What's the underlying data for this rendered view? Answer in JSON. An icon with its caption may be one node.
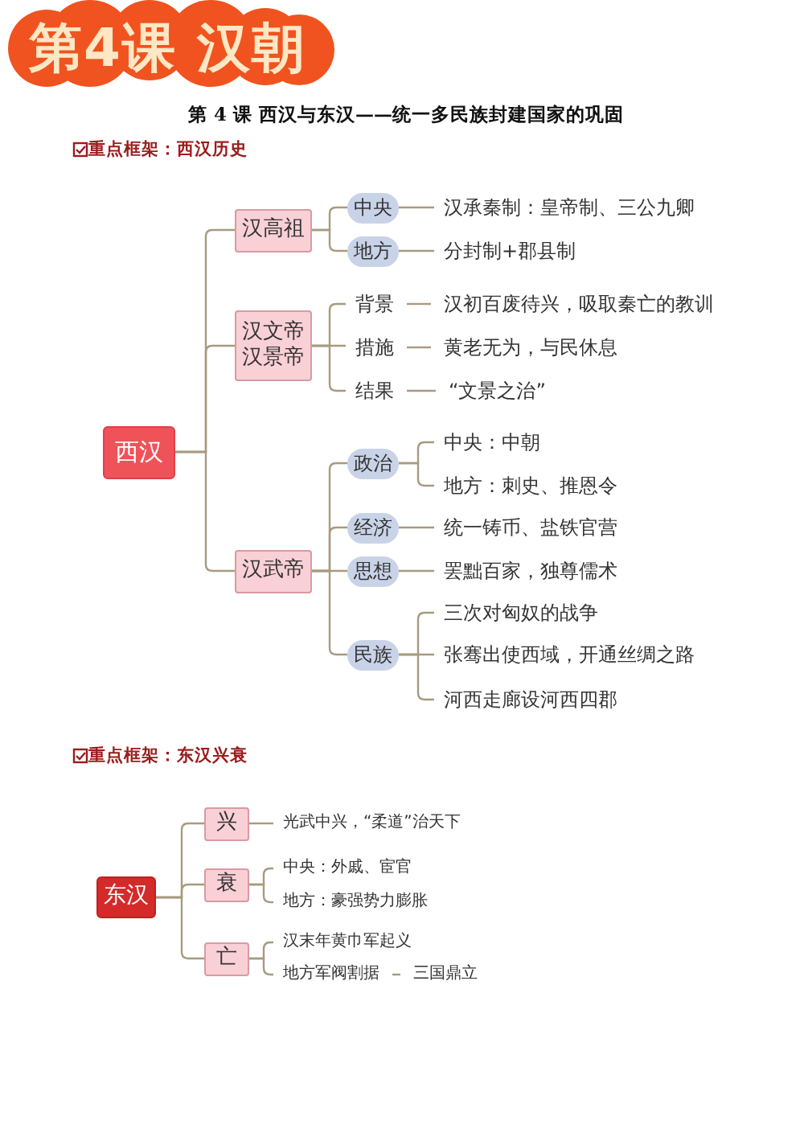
{
  "diagram": {
    "title": "第4课 汉朝",
    "nodes": [
      {
        "text": [
          "西汉"
        ]
      },
      {
        "text": [
          "汉高祖"
        ]
      },
      {
        "text": [
          "中央"
        ]
      },
      {
        "text": [
          "汉承秦制：皇帝制、三公九卿"
        ]
      },
      {
        "text": [
          "地方"
        ]
      },
      {
        "text": [
          "分封制+郡县制"
        ]
      },
      {
        "text": [
          "汉文帝汉景帝"
        ]
      },
      {
        "text": [
          "背景"
        ]
      },
      {
        "text": [
          "汉初百废待兴，吸取秦亡的教训"
        ]
      },
      {
        "text": [
          "措施"
        ]
      },
      {
        "text": [
          "黄老无为，与民休息"
        ]
      },
      {
        "text": [
          "结果"
        ]
      },
      {
        "text": [
          "“文景之治”"
        ]
      },
      {
        "text": [
          "汉武帝"
        ]
      },
      {
        "text": [
          "政治"
        ]
      },
      {
        "text": [
          "中央：中朝"
        ]
      },
      {
        "text": [
          "地方：刺史、推恩令"
        ]
      },
      {
        "text": [
          "经济"
        ]
      },
      {
        "text": [
          "统一铸币、盐铁官营"
        ]
      },
      {
        "text": [
          "思想"
        ]
      },
      {
        "text": [
          "罢黜百家，独尊儒术"
        ]
      },
      {
        "text": [
          "民族"
        ]
      },
      {
        "text": [
          "三次对匈奴的战争"
        ]
      },
      {
        "text": [
          "张骞出使西域，开通丝绸之路"
        ]
      },
      {
        "text": [
          "河西走廊设河西四郡"
        ]
      },
      {
        "text": [
          "东汉"
        ]
      },
      {
        "text": [
          "兴"
        ]
      },
      {
        "text": [
          "光武中兴，“柔道”治天下"
        ]
      },
      {
        "text": [
          "衰"
        ]
      },
      {
        "text": [
          "中央：外戚、宦官"
        ]
      },
      {
        "text": [
          "地方：豪强势力膨胀"
        ]
      },
      {
        "text": [
          "亡"
        ]
      },
      {
        "text": [
          "汉末年黄巾军起义"
        ]
      },
      {
        "text": [
          "地方军阀割据"
        ]
      },
      {
        "text": [
          "三国鼎立"
        ]
      }
    ],
    "edges": [
      {
        "from": 0,
        "to": 1,
        "arrow": "none"
      },
      {
        "from": 0,
        "to": 6,
        "arrow": "none"
      },
      {
        "from": 0,
        "to": 13,
        "arrow": "none"
      },
      {
        "from": 1,
        "to": 2,
        "arrow": "none"
      },
      {
        "from": 1,
        "to": 4,
        "arrow": "none"
      },
      {
        "from": 2,
        "to": 3,
        "arrow": "none"
      },
      {
        "from": 4,
        "to": 5,
        "arrow": "none"
      },
      {
        "from": 6,
        "to": 7,
        "arrow": "none"
      },
      {
        "from": 6,
        "to": 9,
        "arrow": "none"
      },
      {
        "from": 6,
        "to": 11,
        "arrow": "none"
      },
      {
        "from": 7,
        "to": 8,
        "arrow": "none"
      },
      {
        "from": 9,
        "to": 10,
        "arrow": "none"
      },
      {
        "from": 11,
        "to": 12,
        "arrow": "none"
      },
      {
        "from": 13,
        "to": 14,
        "arrow": "none"
      },
      {
        "from": 13,
        "to": 17,
        "arrow": "none"
      },
      {
        "from": 13,
        "to": 19,
        "arrow": "none"
      },
      {
        "from": 13,
        "to": 21,
        "arrow": "none"
      },
      {
        "from": 14,
        "to": 15,
        "arrow": "none"
      },
      {
        "from": 14,
        "to": 16,
        "arrow": "none"
      },
      {
        "from": 17,
        "to": 18,
        "arrow": "none"
      },
      {
        "from": 19,
        "to": 20,
        "arrow": "none"
      },
      {
        "from": 21,
        "to": 22,
        "arrow": "none"
      },
      {
        "from": 21,
        "to": 23,
        "arrow": "none"
      },
      {
        "from": 21,
        "to": 24,
        "arrow": "none"
      },
      {
        "from": 25,
        "to": 26,
        "arrow": "none"
      },
      {
        "from": 25,
        "to": 28,
        "arrow": "none"
      },
      {
        "from": 25,
        "to": 31,
        "arrow": "none"
      },
      {
        "from": 26,
        "to": 27,
        "arrow": "none"
      },
      {
        "from": 28,
        "to": 29,
        "arrow": "none"
      },
      {
        "from": 28,
        "to": 30,
        "arrow": "none"
      },
      {
        "from": 31,
        "to": 32,
        "arrow": "none"
      },
      {
        "from": 31,
        "to": 33,
        "arrow": "none"
      },
      {
        "from": 33,
        "to": 34,
        "arrow": "none"
      }
    ],
    "labels": [
      "第 4 课  西汉与东汉——统一多民族封建国家的巩固",
      "重点框架：西汉历史",
      "重点框架：东汉兴衰"
    ]
  }
}
